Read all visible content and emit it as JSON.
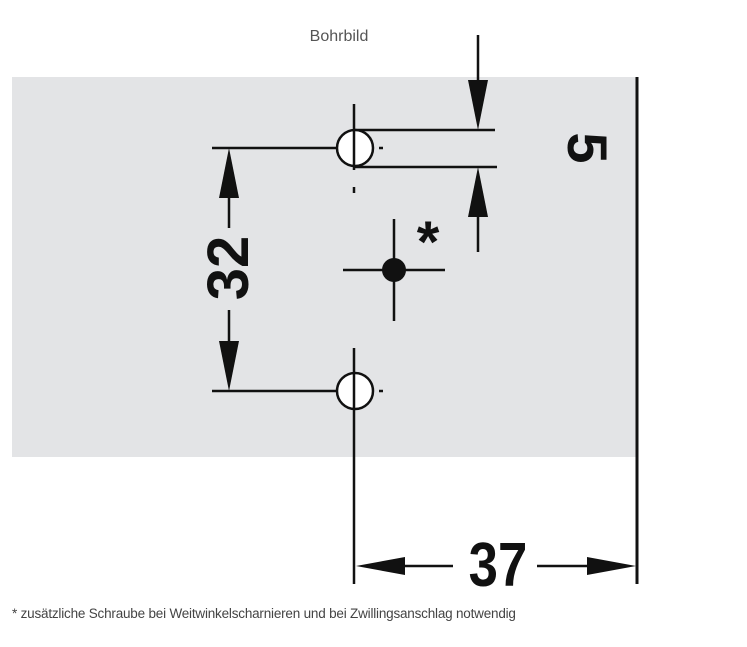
{
  "title": "Bohrbild",
  "dimensions": {
    "hole_spacing": "32",
    "hole_diameter": "5",
    "edge_distance": "37",
    "extra_screw_marker": "*"
  },
  "footnote": "* zusätzliche Schraube bei Weitwinkelscharnieren und bei Zwillingsanschlag notwendig",
  "colors": {
    "panel": "#e3e4e6",
    "line": "#111111"
  }
}
